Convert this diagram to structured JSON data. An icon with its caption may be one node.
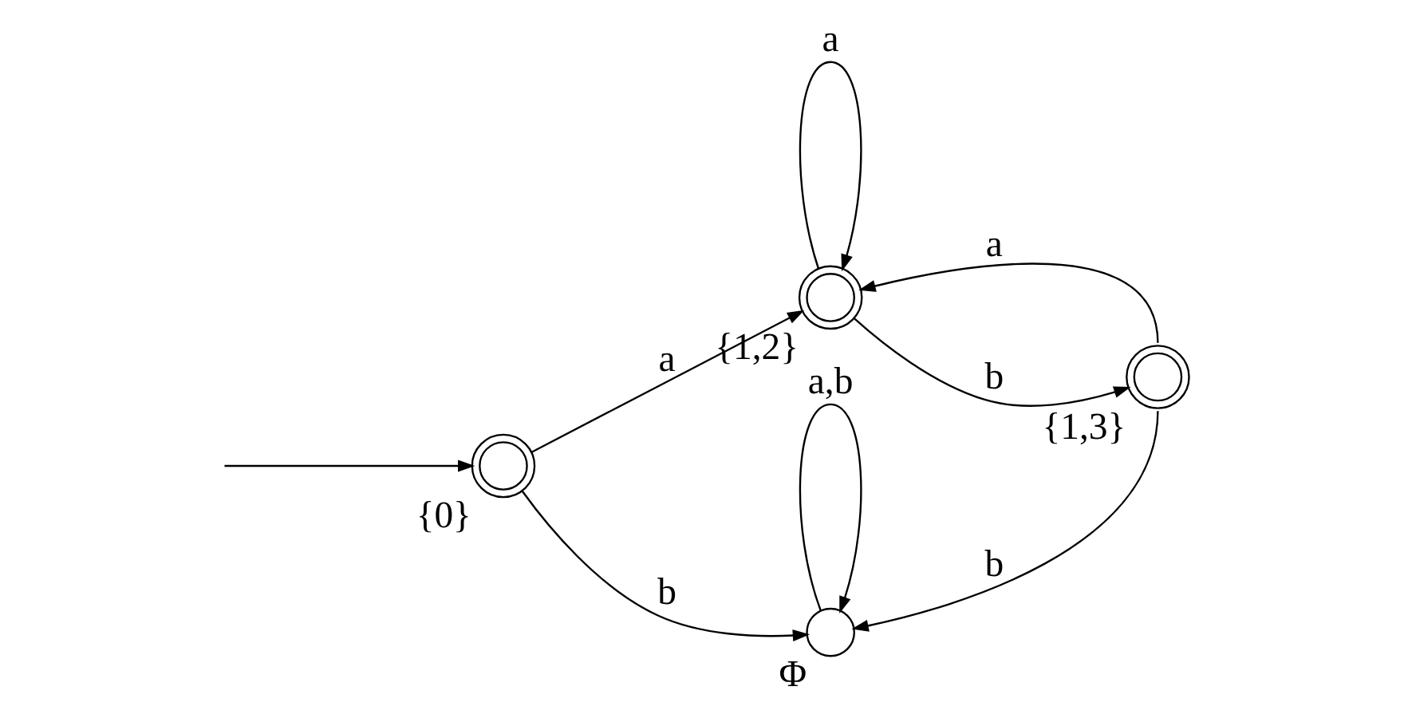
{
  "diagram": {
    "nodes": [
      {
        "text": [
          "{0}"
        ]
      },
      {
        "text": [
          "{1,2}"
        ]
      },
      {
        "text": [
          "{1,3}"
        ]
      },
      {
        "text": [
          "Φ"
        ]
      }
    ],
    "edges": [
      {
        "from": null,
        "to": 0,
        "arrow": "to"
      },
      {
        "from": 0,
        "to": 1,
        "arrow": "to",
        "label": "a"
      },
      {
        "from": 0,
        "to": 3,
        "arrow": "to",
        "label": "b"
      },
      {
        "from": 1,
        "to": 1,
        "arrow": "to",
        "label": "a"
      },
      {
        "from": 1,
        "to": 2,
        "arrow": "to",
        "label": "b"
      },
      {
        "from": 2,
        "to": 1,
        "arrow": "to",
        "label": "a"
      },
      {
        "from": 2,
        "to": 3,
        "arrow": "to",
        "label": "b"
      },
      {
        "from": 3,
        "to": 3,
        "arrow": "to",
        "label": "a,b"
      }
    ]
  }
}
